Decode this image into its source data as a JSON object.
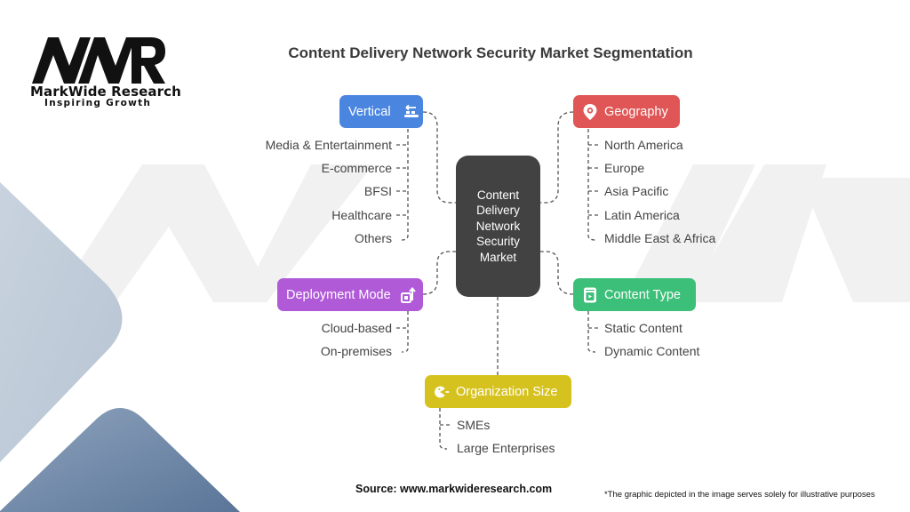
{
  "brand": {
    "name": "MarkWide Research",
    "tagline": "Inspiring Growth",
    "logo_letters": "MWR"
  },
  "title": "Content Delivery Network Security Market Segmentation",
  "center": {
    "lines": [
      "Content",
      "Delivery",
      "Network",
      "Security",
      "Market"
    ],
    "color": "#424242"
  },
  "segments": {
    "vertical": {
      "label": "Vertical",
      "icon": "conveyor-icon",
      "color": "#4a86e0",
      "items": [
        "Media & Entertainment",
        "E-commerce",
        "BFSI",
        "Healthcare",
        "Others"
      ]
    },
    "geography": {
      "label": "Geography",
      "icon": "location-pin-icon",
      "color": "#e05555",
      "items": [
        "North America",
        "Europe",
        "Asia Pacific",
        "Latin America",
        "Middle East & Africa"
      ]
    },
    "deployment": {
      "label": "Deployment Mode",
      "icon": "upload-box-icon",
      "color": "#b05ad8",
      "items": [
        "Cloud-based",
        "On-premises"
      ]
    },
    "content_type": {
      "label": "Content Type",
      "icon": "media-player-icon",
      "color": "#3cbf78",
      "items": [
        "Static Content",
        "Dynamic Content"
      ]
    },
    "organization": {
      "label": "Organization Size",
      "icon": "pacman-icon",
      "color": "#d6c21f",
      "items": [
        "SMEs",
        "Large Enterprises"
      ]
    }
  },
  "footer": {
    "source": "Source: www.markwideresearch.com",
    "note": "*The graphic depicted in the image serves  solely for illustrative purposes"
  }
}
